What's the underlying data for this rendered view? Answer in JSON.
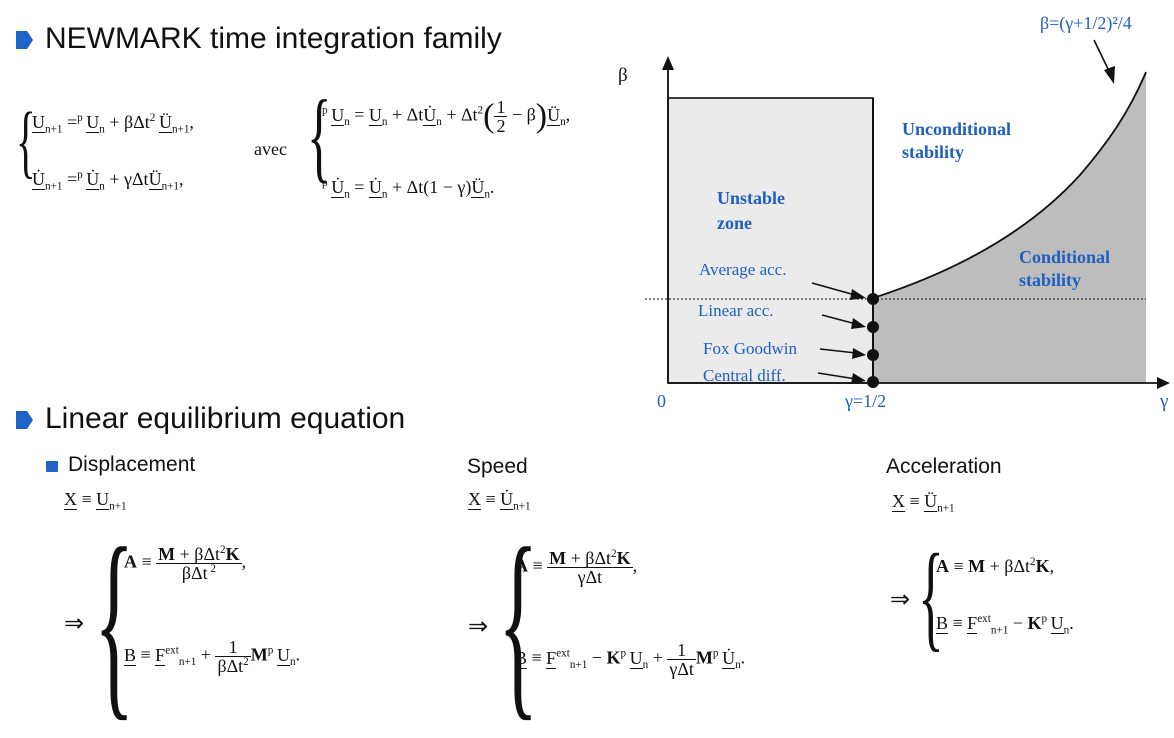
{
  "headings": {
    "newmark": "NEWMARK time integration family",
    "linear": "Linear equilibrium equation"
  },
  "predictor": {
    "avec": "avec"
  },
  "columns": {
    "displacement": "Displacement",
    "speed": "Speed",
    "acceleration": "Acceleration"
  },
  "diagram": {
    "beta_axis": "β",
    "gamma_axis": "γ",
    "origin": "0",
    "gamma_half": "γ=1/2",
    "curve_label": "β=(γ+1/2)²/4",
    "unconditional": [
      "Unconditional",
      "stability"
    ],
    "unstable": [
      "Unstable",
      "zone"
    ],
    "conditional": [
      "Conditional",
      "stability"
    ],
    "schemes": [
      "Average acc.",
      "Linear acc.",
      "Fox Goodwin",
      "Central diff."
    ],
    "colors": {
      "blue_text": "#1f5fbf",
      "unstable_fill": "#ebebeb",
      "conditional_fill": "#bdbdbd",
      "bullet": "#1f63c6"
    }
  }
}
